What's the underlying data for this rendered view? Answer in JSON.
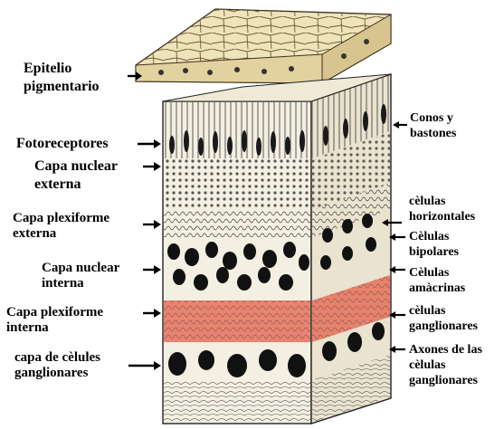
{
  "labels_left": [
    {
      "id": "epitelio",
      "line1": "Epitelio",
      "line2": "pigmentario"
    },
    {
      "id": "fotoreceptores",
      "line1": "Fotoreceptores",
      "line2": ""
    },
    {
      "id": "nuclear-externa",
      "line1": "Capa nuclear",
      "line2": "externa"
    },
    {
      "id": "plexiforme-externa",
      "line1": "Capa plexiforme",
      "line2": "externa"
    },
    {
      "id": "nuclear-interna",
      "line1": "Capa nuclear",
      "line2": "interna"
    },
    {
      "id": "plexiforme-interna",
      "line1": "Capa plexiforme",
      "line2": "interna"
    },
    {
      "id": "celulas-ganglionares",
      "line1": "capa de cèlules",
      "line2": "ganglionares"
    }
  ],
  "labels_right": [
    {
      "id": "conos",
      "line1": "Conos y",
      "line2": "bastones",
      "line3": ""
    },
    {
      "id": "horizontales",
      "line1": "cèlulas",
      "line2": "horizontales",
      "line3": ""
    },
    {
      "id": "bipolares",
      "line1": "Cèlulas",
      "line2": "bipolares",
      "line3": ""
    },
    {
      "id": "amacrinas",
      "line1": "Cèlulas",
      "line2": "amàcrinas",
      "line3": ""
    },
    {
      "id": "ganglionares",
      "line1": "cèlulas",
      "line2": "ganglionares",
      "line3": ""
    },
    {
      "id": "axones",
      "line1": "Axones de las",
      "line2": "cèlulas",
      "line3": "ganglionares"
    }
  ],
  "colors": {
    "highlight": "#e8705a",
    "epithelium": "#efe3bc",
    "tissue": "#f3efe2",
    "nuclei": "#111111",
    "arrows": "#000000"
  }
}
